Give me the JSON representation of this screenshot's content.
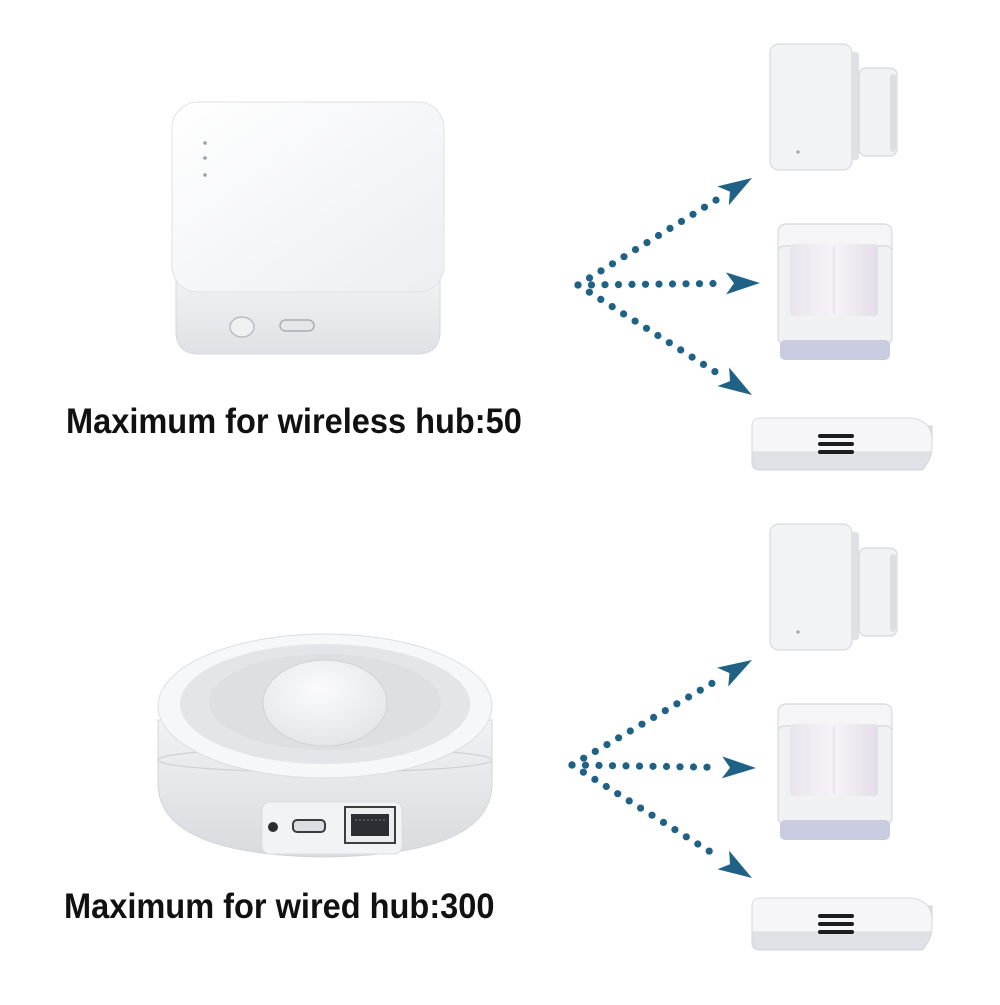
{
  "captions": {
    "wireless": "Maximum for wireless hub:50",
    "wired": "Maximum for wired hub:300"
  },
  "colors": {
    "arrow": "#1f6285",
    "device_white": "#f4f4f6",
    "device_shade": "#dcdde2",
    "accent_band": "#c9cce0"
  },
  "groups": [
    {
      "hub": "square-wireless-hub",
      "connections": [
        "door-sensor",
        "motion-sensor",
        "temperature-humidity-sensor"
      ]
    },
    {
      "hub": "round-wired-hub",
      "connections": [
        "door-sensor",
        "motion-sensor",
        "temperature-humidity-sensor"
      ]
    }
  ]
}
